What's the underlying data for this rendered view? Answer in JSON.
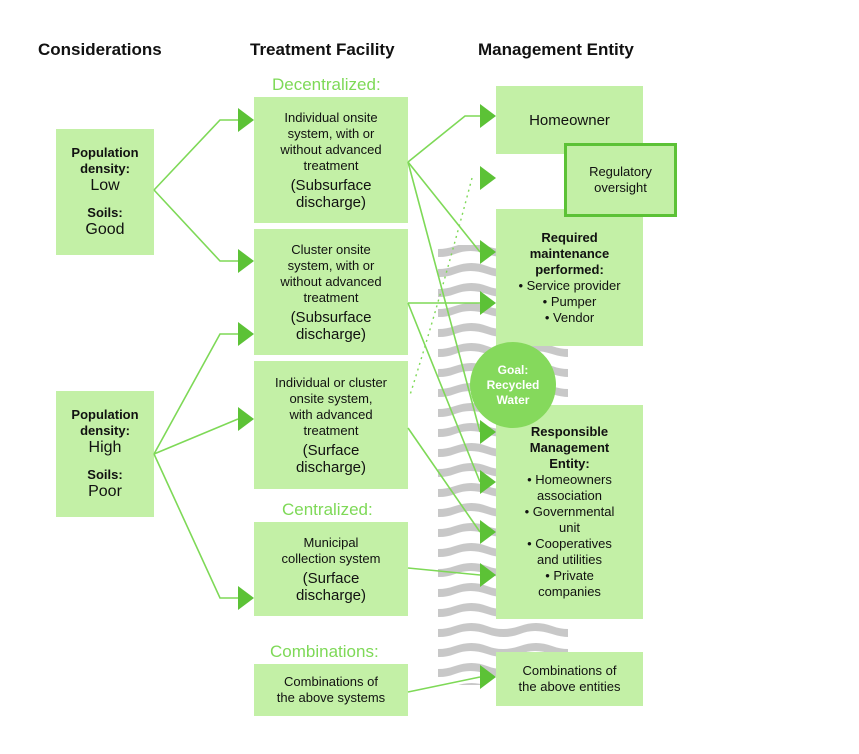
{
  "headers": {
    "considerations": "Considerations",
    "treatment": "Treatment Facility",
    "management": "Management Entity"
  },
  "sections": {
    "decentralized": "Decentralized:",
    "centralized": "Centralized:",
    "combinations": "Combinations:"
  },
  "considerations": [
    {
      "label1": "Population",
      "label2": "density:",
      "value": "Low",
      "soil_label": "Soils:",
      "soil_value": "Good"
    },
    {
      "label1": "Population",
      "label2": "density:",
      "value": "High",
      "soil_label": "Soils:",
      "soil_value": "Poor"
    }
  ],
  "facilities": [
    {
      "lines": [
        "Individual onsite",
        "system, with or",
        "without advanced",
        "treatment"
      ],
      "discharge": [
        "(Subsurface",
        "discharge)"
      ]
    },
    {
      "lines": [
        "Cluster onsite",
        "system, with or",
        "without advanced",
        "treatment"
      ],
      "discharge": [
        "(Subsurface",
        "discharge)"
      ]
    },
    {
      "lines": [
        "Individual or cluster",
        "onsite system,",
        "with advanced",
        "treatment"
      ],
      "discharge": [
        "(Surface",
        "discharge)"
      ]
    },
    {
      "lines": [
        "Municipal",
        "collection system"
      ],
      "discharge": [
        "(Surface",
        "discharge)"
      ]
    },
    {
      "lines": [
        "Combinations of",
        "the above systems"
      ],
      "discharge": []
    }
  ],
  "management": {
    "homeowner": "Homeowner",
    "regulatory": [
      "Regulatory",
      "oversight"
    ],
    "required": {
      "title": [
        "Required",
        "maintenance",
        "performed:"
      ],
      "items": [
        "• Service provider",
        "• Pumper",
        "• Vendor"
      ]
    },
    "responsible": {
      "title": [
        "Responsible",
        "Management",
        "Entity:"
      ],
      "items": [
        "• Homeowners",
        "association",
        "• Governmental",
        "unit",
        "• Cooperatives",
        "and utilities",
        "• Private",
        "companies"
      ]
    },
    "combinations": [
      "Combinations of",
      "the above entities"
    ]
  },
  "goal": [
    "Goal:",
    "Recycled",
    "Water"
  ],
  "colors": {
    "box_fill": "#c3f0a6",
    "line": "#7ed957",
    "arrow": "#5cc236",
    "water": "#c8c8c8",
    "goal_fill": "#85d95c"
  }
}
